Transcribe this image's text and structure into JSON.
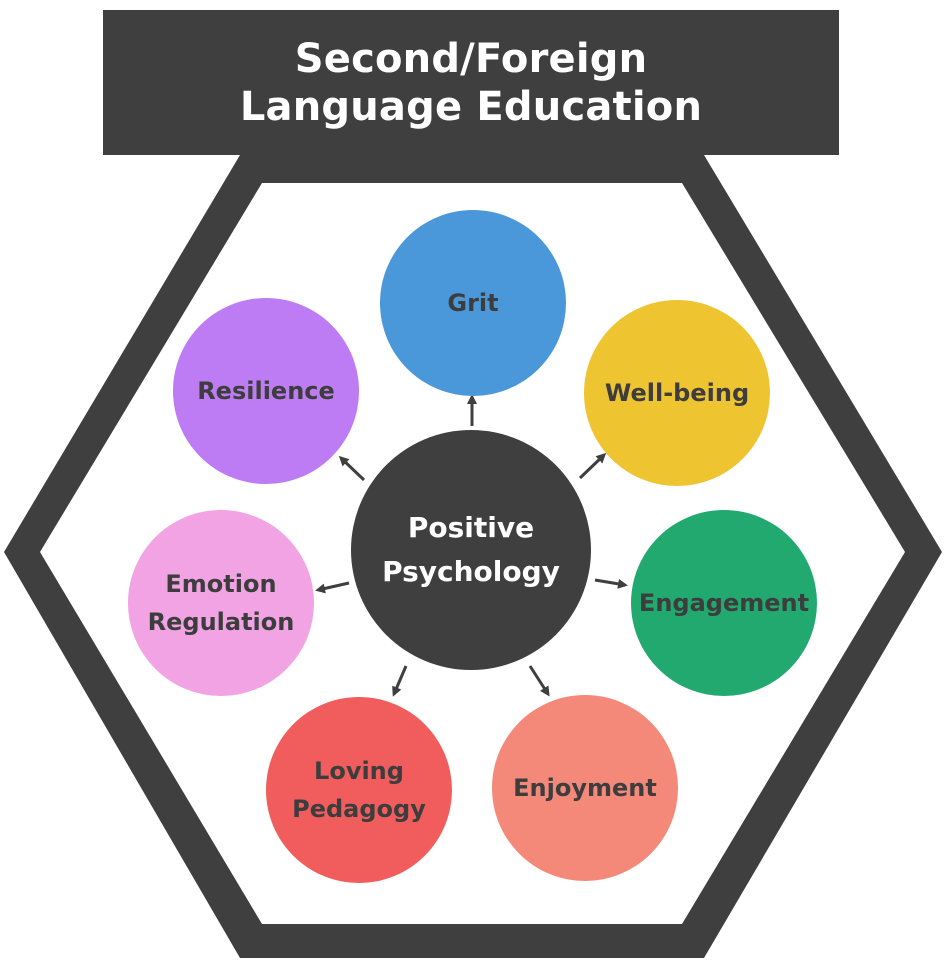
{
  "title": "Second/Foreign\nLanguage Education",
  "center": {
    "label": "Positive\nPsychology",
    "color": "#3f3f3f"
  },
  "nodes": [
    {
      "id": "grit",
      "label": "Grit",
      "color": "#4a98d9"
    },
    {
      "id": "well-being",
      "label": "Well-being",
      "color": "#eec431"
    },
    {
      "id": "engagement",
      "label": "Engagement",
      "color": "#22a96f"
    },
    {
      "id": "enjoyment",
      "label": "Enjoyment",
      "color": "#f4897a"
    },
    {
      "id": "loving-pedagogy",
      "label": "Loving\nPedagogy",
      "color": "#f15d5d"
    },
    {
      "id": "emotion-regulation",
      "label": "Emotion\nRegulation",
      "color": "#f1a3e4"
    },
    {
      "id": "resilience",
      "label": "Resilience",
      "color": "#bd7cf3"
    }
  ],
  "colors": {
    "frame": "#3f3f3f",
    "arrow": "#3f3f3f",
    "text": "#3d3d3d"
  }
}
